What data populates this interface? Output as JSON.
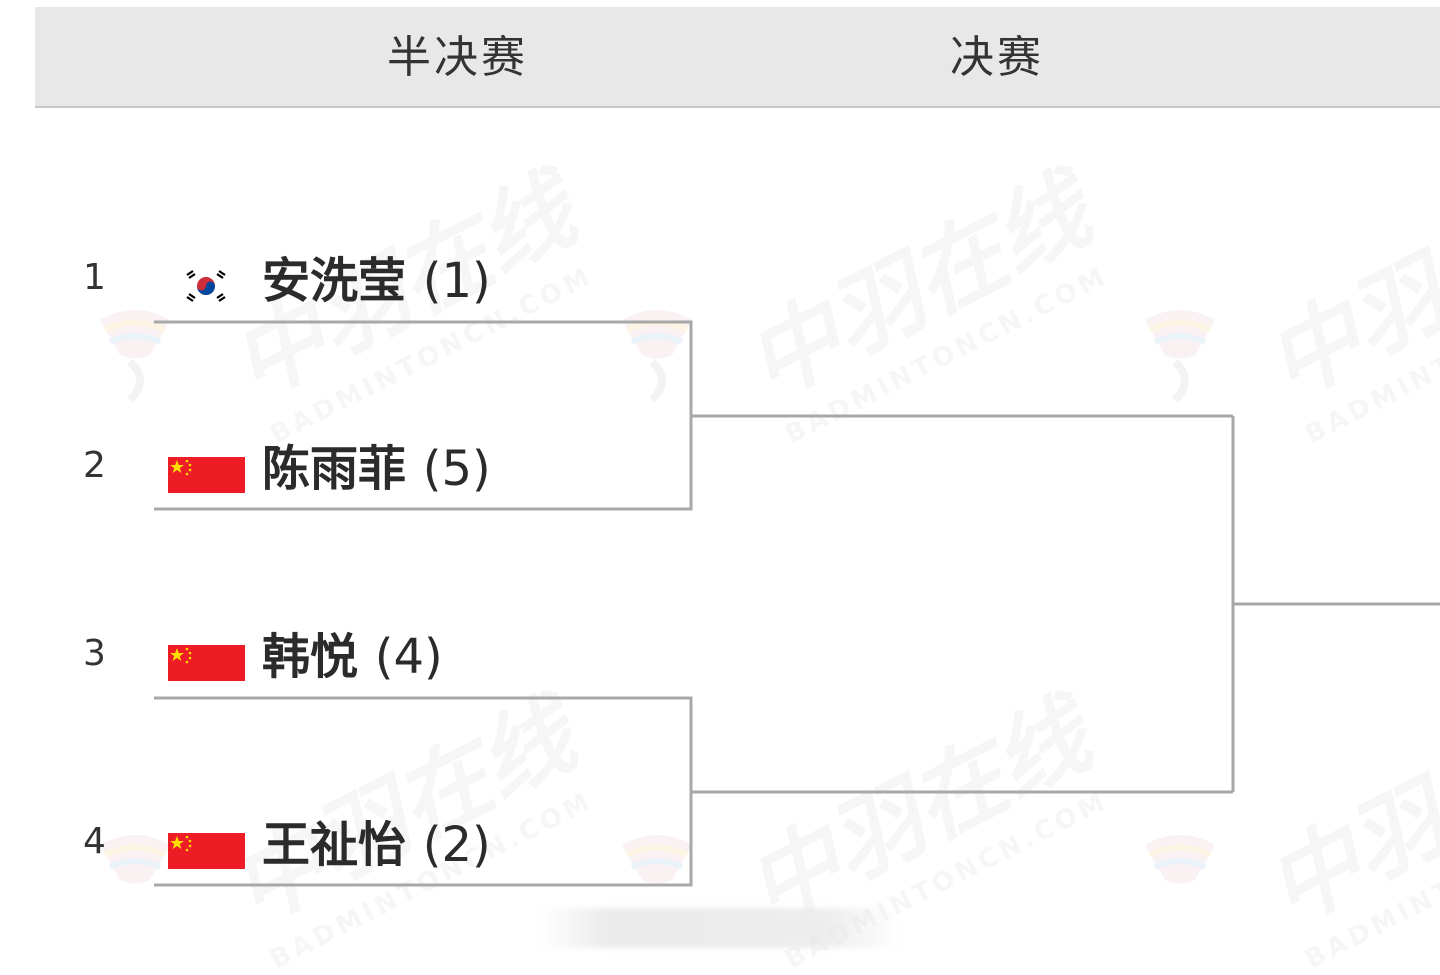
{
  "rounds": [
    "半决赛",
    "决赛"
  ],
  "players": [
    {
      "seed_no": "1",
      "name": "安洗莹",
      "rank": "(1)",
      "flag": "korea-flag-icon"
    },
    {
      "seed_no": "2",
      "name": "陈雨菲",
      "rank": "(5)",
      "flag": "china-flag-icon"
    },
    {
      "seed_no": "3",
      "name": "韩悦",
      "rank": "(4)",
      "flag": "china-flag-icon"
    },
    {
      "seed_no": "4",
      "name": "王祉怡",
      "rank": "(2)",
      "flag": "china-flag-icon"
    }
  ],
  "watermark": {
    "cn": "中羽在线",
    "en": "BADMINTONCN.COM"
  },
  "colors": {
    "header_bg": "#e8e8e8",
    "bracket_line": "#a8a8a8",
    "china_red": "#ee1c25",
    "china_star": "#ffde00",
    "korea_red": "#cd2e3a",
    "korea_blue": "#0047a0"
  }
}
